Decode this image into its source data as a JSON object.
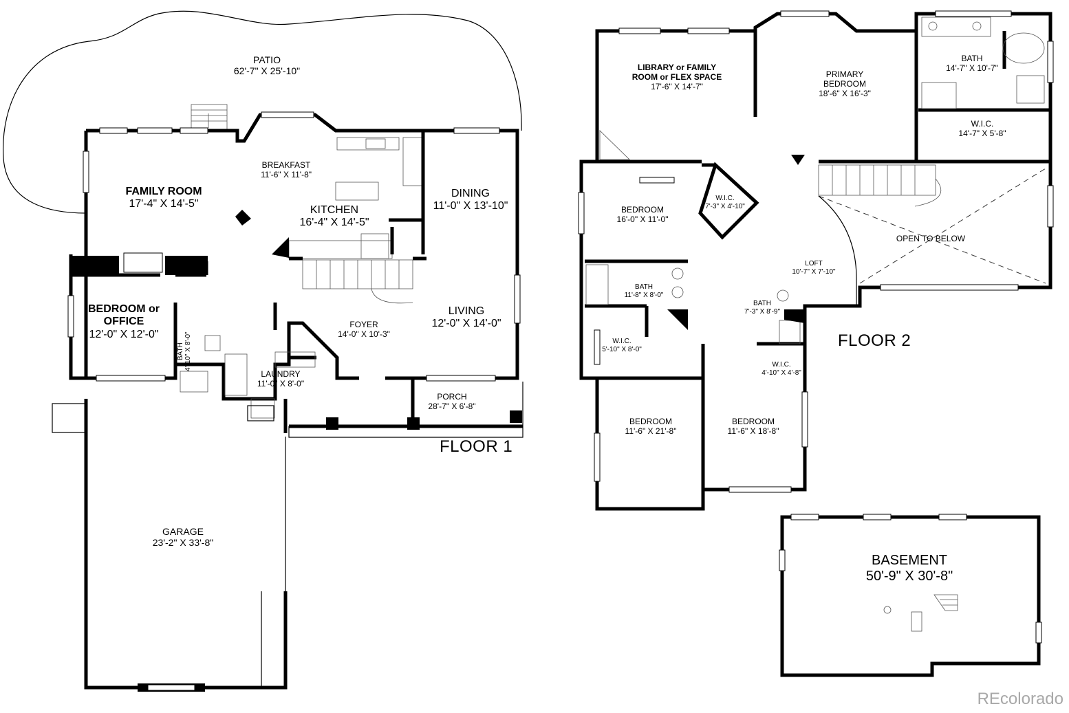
{
  "floor1": {
    "title": "FLOOR 1",
    "rooms": {
      "patio": {
        "name": "PATIO",
        "dims": "62'-7\" X 25'-10\""
      },
      "breakfast": {
        "name": "BREAKFAST",
        "dims": "11'-6\" X 11'-8\""
      },
      "family_room": {
        "name": "FAMILY ROOM",
        "dims": "17'-4\" X 14'-5\""
      },
      "kitchen": {
        "name": "KITCHEN",
        "dims": "16'-4\" X 14'-5\""
      },
      "dining": {
        "name": "DINING",
        "dims": "11'-0\" X 13'-10\""
      },
      "living": {
        "name": "LIVING",
        "dims": "12'-0\" X 14'-0\""
      },
      "bedroom_office": {
        "name": "BEDROOM or OFFICE",
        "dims": "12'-0\" X 12'-0\""
      },
      "bath": {
        "name": "BATH",
        "dims": "4'-10\" X 8'-0\""
      },
      "foyer": {
        "name": "FOYER",
        "dims": "14'-0\" X 10'-3\""
      },
      "laundry": {
        "name": "LAUNDRY",
        "dims": "11'-0\" X 8'-0\""
      },
      "porch": {
        "name": "PORCH",
        "dims": "28'-7\" X 6'-8\""
      },
      "garage": {
        "name": "GARAGE",
        "dims": "23'-2\" X 33'-8\""
      }
    }
  },
  "floor2": {
    "title": "FLOOR 2",
    "rooms": {
      "library": {
        "name": "LIBRARY or FAMILY ROOM or FLEX SPACE",
        "dims": "17'-6\" X 14'-7\""
      },
      "primary_bedroom": {
        "name": "PRIMARY BEDROOM",
        "dims": "18'-6\" X 16'-3\""
      },
      "primary_bath": {
        "name": "BATH",
        "dims": "14'-7\" X 10'-7\""
      },
      "primary_wic": {
        "name": "W.I.C.",
        "dims": "14'-7\" X 5'-8\""
      },
      "bedroom_1": {
        "name": "BEDROOM",
        "dims": "16'-0\" X 11'-0\""
      },
      "wic_1": {
        "name": "W.I.C.",
        "dims": "7'-3\" X 4'-10\""
      },
      "open_to_below": {
        "name": "OPEN TO BELOW"
      },
      "loft": {
        "name": "LOFT",
        "dims": "10'-7\" X 7'-10\""
      },
      "bath_hall": {
        "name": "BATH",
        "dims": "11'-8\" X 8'-0\""
      },
      "bath_2": {
        "name": "BATH",
        "dims": "7'-3\" X 8'-9\""
      },
      "wic_2": {
        "name": "W.I.C.",
        "dims": "5'-10\" X 8'-0\""
      },
      "wic_3": {
        "name": "W.I.C.",
        "dims": "4'-10\" X 4'-8\""
      },
      "bedroom_2": {
        "name": "BEDROOM",
        "dims": "11'-6\" X 21'-8\""
      },
      "bedroom_3": {
        "name": "BEDROOM",
        "dims": "11'-6\" X 18'-8\""
      }
    }
  },
  "basement": {
    "name": "BASEMENT",
    "dims": "50'-9\" X 30'-8\""
  },
  "watermark": "REcolorado"
}
